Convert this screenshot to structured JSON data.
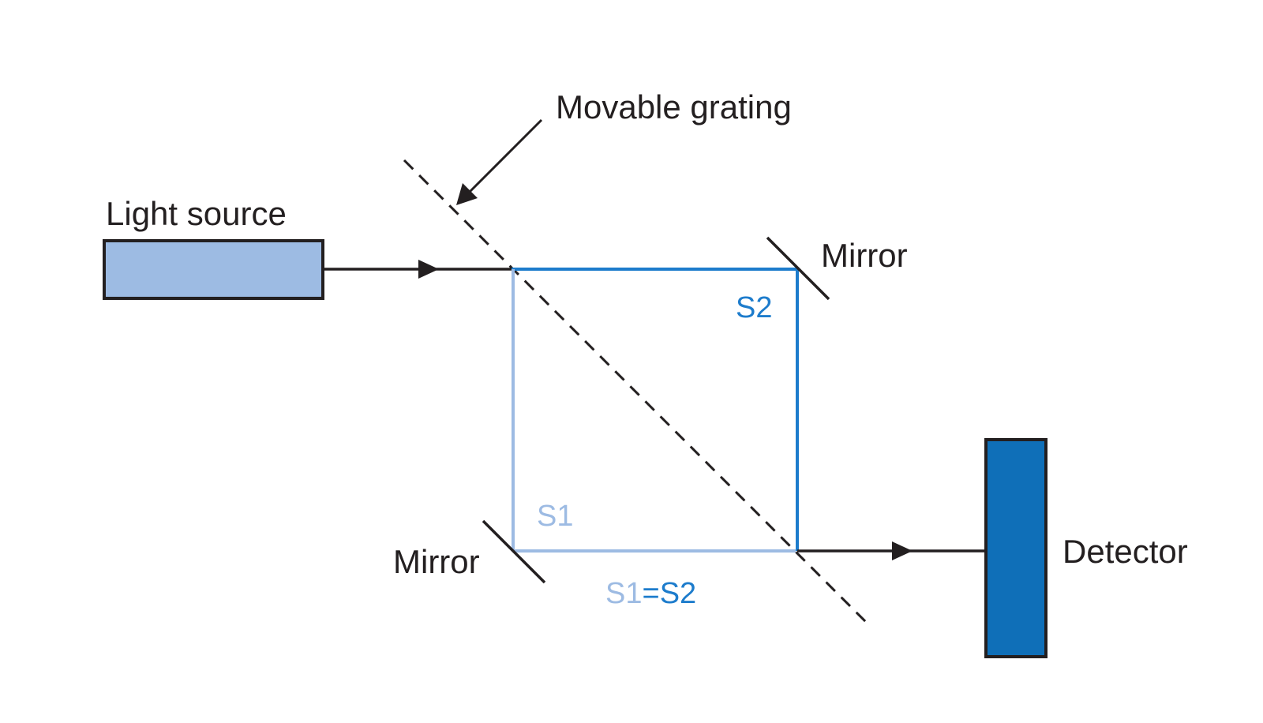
{
  "labels": {
    "light_source": "Light source",
    "movable_grating": "Movable grating",
    "mirror_top": "Mirror",
    "mirror_bottom": "Mirror",
    "detector": "Detector",
    "s2": "S2",
    "s1": "S1",
    "eq_s1": "S1",
    "eq_sign": "=",
    "eq_s2": "S2"
  },
  "colors": {
    "ink": "#231f20",
    "light_blue": "#9dbbe3",
    "blue": "#1d7ccc",
    "detector_fill": "#0f6fb8",
    "source_fill": "#9dbbe3"
  }
}
